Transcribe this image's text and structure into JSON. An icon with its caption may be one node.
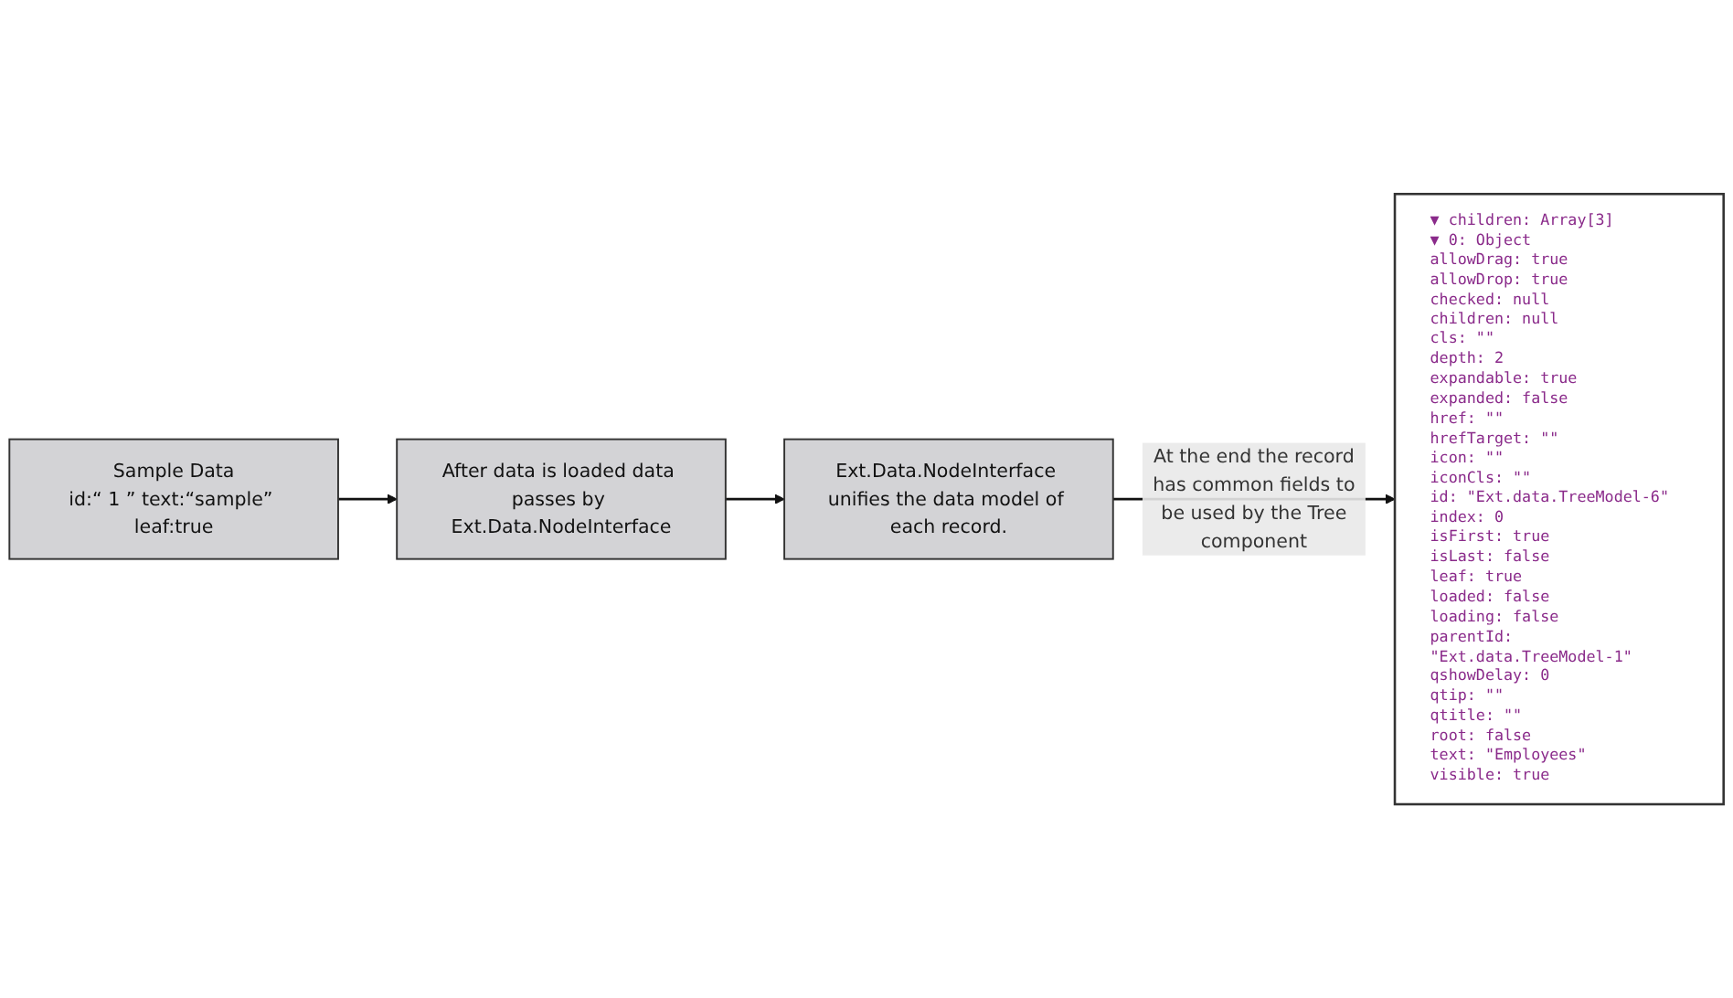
{
  "diagram": {
    "nodes": [
      {
        "text": [
          "Sample Data",
          "id:“ 1 ” text:“sample” leaf:true"
        ]
      },
      {
        "text": [
          "After data is loaded data passes by Ext.Data.NodeInterface"
        ]
      },
      {
        "text": [
          "Ext.Data.NodeInterface unifies the data model of each record."
        ]
      },
      {
        "text": [
          "▼ children: Array[3]",
          "▼ 0: Object",
          "allowDrag: true",
          "allowDrop: true",
          "checked: null",
          "children: null",
          "cls: \"\"",
          "depth: 2",
          "expandable: true",
          "expanded: false",
          "href: \"\"",
          "hrefTarget: \"\"",
          "icon: \"\"",
          "iconCls: \"\"",
          "id: \"Ext.data.TreeModel-6\"",
          "index: 0",
          "isFirst: true",
          "isLast: false",
          "leaf: true",
          "loaded: false",
          "loading: false",
          "parentId: \"Ext.data.TreeModel-1\"",
          "qshowDelay: 0",
          "qtip: \"\"",
          "qtitle: \"\"",
          "root: false",
          "text: \"Employees\"",
          "visible: true"
        ]
      }
    ],
    "edges": [
      {
        "from": 0,
        "to": 1,
        "arrow": "to"
      },
      {
        "from": 1,
        "to": 2,
        "arrow": "to"
      },
      {
        "from": 2,
        "to": 3,
        "arrow": "to",
        "label": "At the end the record has common fields to be used by the Tree component"
      }
    ]
  }
}
